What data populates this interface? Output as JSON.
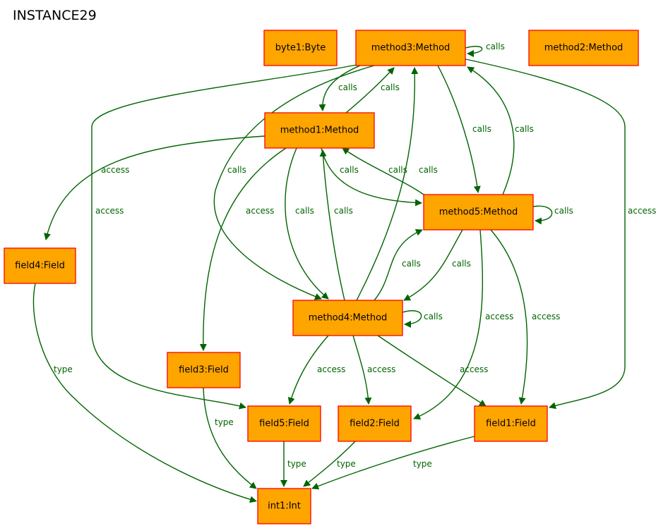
{
  "title": "INSTANCE29",
  "colors": {
    "node_fill": "#ffa500",
    "node_border": "#ff0000",
    "edge": "#006400"
  },
  "nodes": [
    {
      "id": "byte1",
      "label": "byte1:Byte"
    },
    {
      "id": "method3",
      "label": "method3:Method"
    },
    {
      "id": "method2",
      "label": "method2:Method"
    },
    {
      "id": "method1",
      "label": "method1:Method"
    },
    {
      "id": "method5",
      "label": "method5:Method"
    },
    {
      "id": "field4",
      "label": "field4:Field"
    },
    {
      "id": "method4",
      "label": "method4:Method"
    },
    {
      "id": "field3",
      "label": "field3:Field"
    },
    {
      "id": "field5",
      "label": "field5:Field"
    },
    {
      "id": "field2",
      "label": "field2:Field"
    },
    {
      "id": "field1",
      "label": "field1:Field"
    },
    {
      "id": "int1",
      "label": "int1:Int"
    }
  ],
  "edges": [
    {
      "from": "method3",
      "to": "method3",
      "label": "calls"
    },
    {
      "from": "method3",
      "to": "method1",
      "label": "calls"
    },
    {
      "from": "method1",
      "to": "method3",
      "label": "calls"
    },
    {
      "from": "method3",
      "to": "method5",
      "label": "calls"
    },
    {
      "from": "method5",
      "to": "method3",
      "label": "calls"
    },
    {
      "from": "method3",
      "to": "method4",
      "label": "calls"
    },
    {
      "from": "method3",
      "to": "field5",
      "label": "access"
    },
    {
      "from": "method3",
      "to": "field1",
      "label": "access"
    },
    {
      "from": "method1",
      "to": "field4",
      "label": "access"
    },
    {
      "from": "method1",
      "to": "method5",
      "label": "calls"
    },
    {
      "from": "method5",
      "to": "method1",
      "label": "calls"
    },
    {
      "from": "method1",
      "to": "field3",
      "label": "access"
    },
    {
      "from": "method1",
      "to": "method4",
      "label": "calls"
    },
    {
      "from": "method4",
      "to": "method1",
      "label": "calls"
    },
    {
      "from": "method4",
      "to": "method3",
      "label": "calls"
    },
    {
      "from": "method5",
      "to": "method5",
      "label": "calls"
    },
    {
      "from": "method4",
      "to": "method5",
      "label": "calls"
    },
    {
      "from": "method5",
      "to": "method4",
      "label": "calls"
    },
    {
      "from": "method5",
      "to": "field2",
      "label": "access"
    },
    {
      "from": "method5",
      "to": "field1",
      "label": "access"
    },
    {
      "from": "method4",
      "to": "method4",
      "label": "calls"
    },
    {
      "from": "method4",
      "to": "field5",
      "label": "access"
    },
    {
      "from": "method4",
      "to": "field2",
      "label": "access"
    },
    {
      "from": "method4",
      "to": "field1",
      "label": "access"
    },
    {
      "from": "field4",
      "to": "int1",
      "label": "type"
    },
    {
      "from": "field3",
      "to": "int1",
      "label": "type"
    },
    {
      "from": "field5",
      "to": "int1",
      "label": "type"
    },
    {
      "from": "field2",
      "to": "int1",
      "label": "type"
    },
    {
      "from": "field1",
      "to": "int1",
      "label": "type"
    }
  ]
}
